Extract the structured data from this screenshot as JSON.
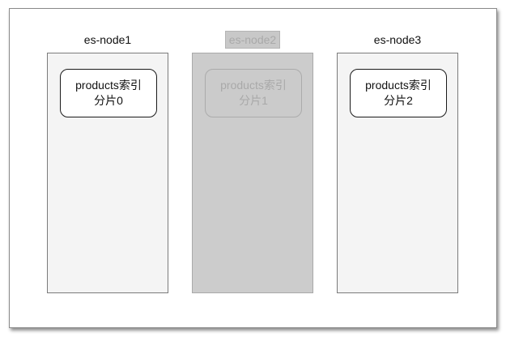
{
  "nodes": [
    {
      "label": "es-node1",
      "shard_line1": "products索引",
      "shard_line2": "分片0",
      "state": "active"
    },
    {
      "label": "es-node2",
      "shard_line1": "products索引",
      "shard_line2": "分片1",
      "state": "down"
    },
    {
      "label": "es-node3",
      "shard_line1": "products索引",
      "shard_line2": "分片2",
      "state": "active"
    }
  ],
  "colors": {
    "node_active_fill": "#f4f4f4",
    "node_down_fill": "#cccccc",
    "down_text": "#a9a9a9"
  }
}
